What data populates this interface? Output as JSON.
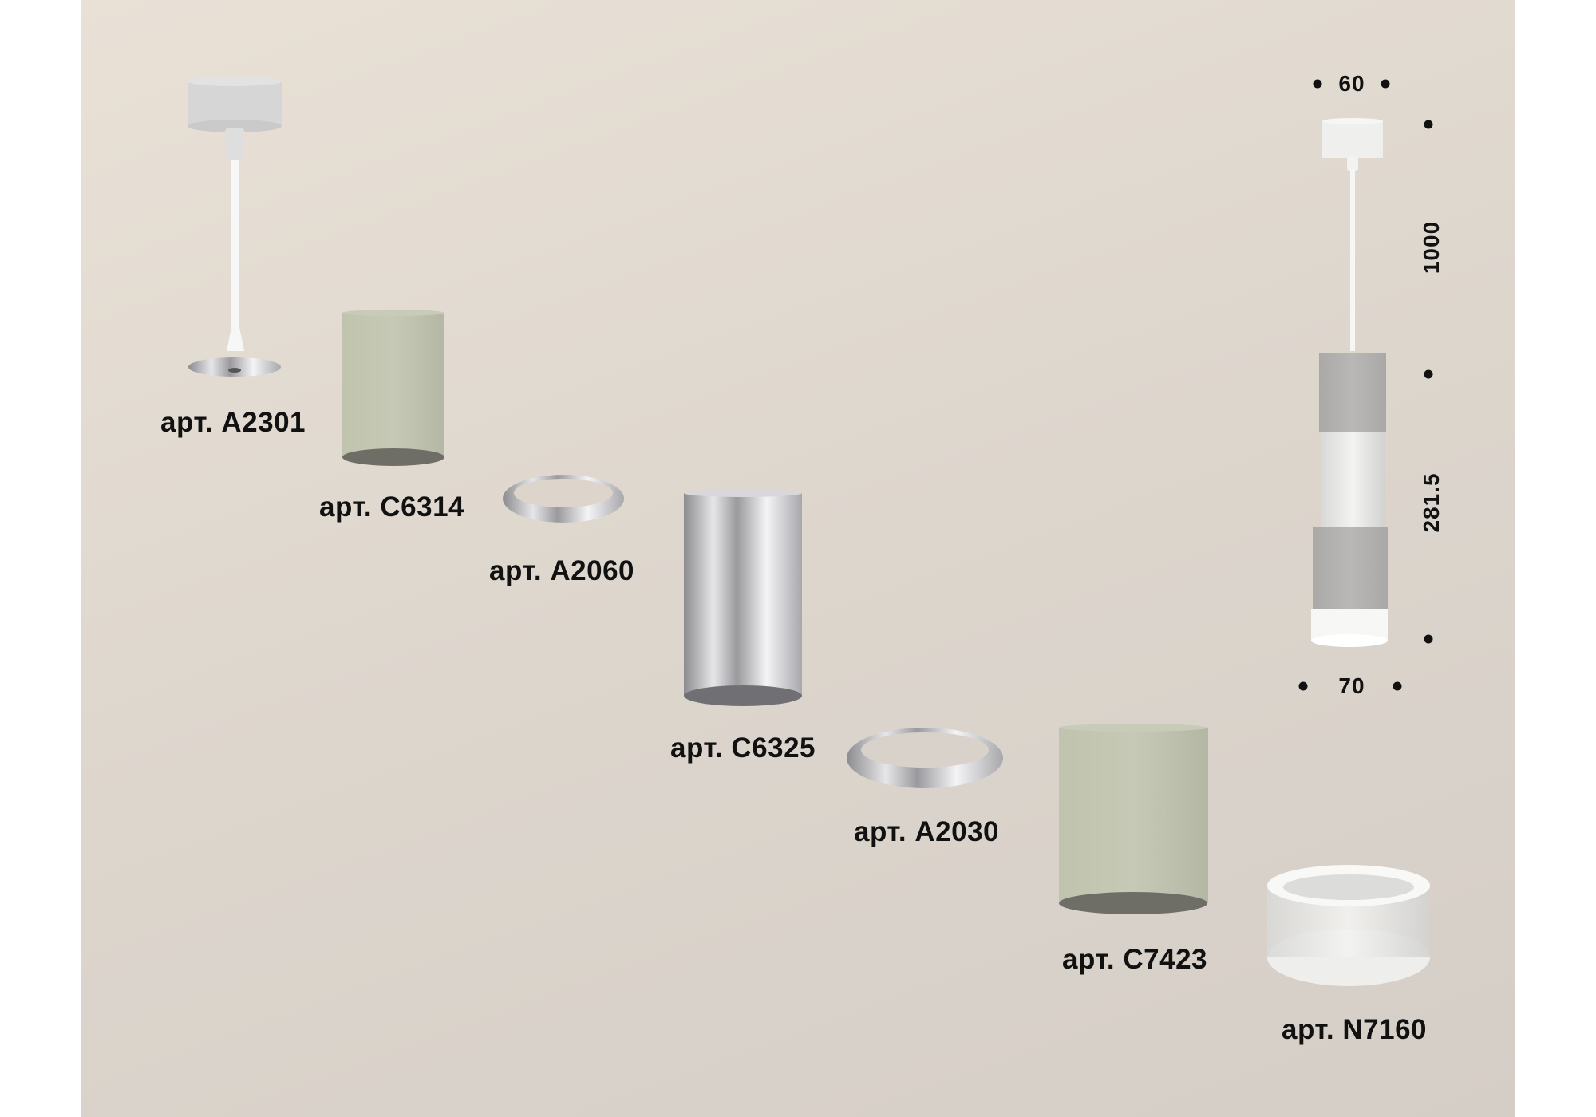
{
  "products": [
    {
      "id": "a2301",
      "label": "арт. A2301"
    },
    {
      "id": "c6314",
      "label": "арт. C6314"
    },
    {
      "id": "a2060",
      "label": "арт. A2060"
    },
    {
      "id": "c6325",
      "label": "арт. C6325"
    },
    {
      "id": "a2030",
      "label": "арт. A2030"
    },
    {
      "id": "c7423",
      "label": "арт. C7423"
    },
    {
      "id": "n7160",
      "label": "арт. N7160"
    }
  ],
  "dimensions": {
    "top_width": "60",
    "bottom_width": "70",
    "cable_length": "1000",
    "body_height": "281.5"
  },
  "colors": {
    "sage": "#c3c6b2",
    "chrome": "#b8b8bb",
    "grey": "#b4b3b1",
    "white": "#f2f2f0"
  }
}
